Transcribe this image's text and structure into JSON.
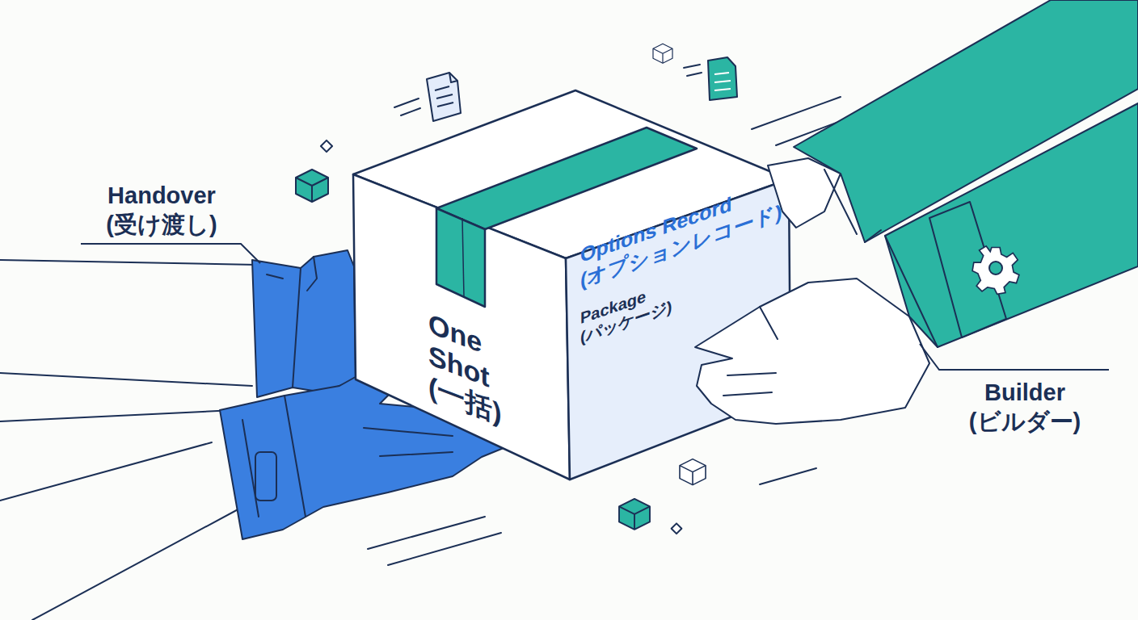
{
  "diagram": {
    "nodes": [
      {
        "text": [
          "One Shot (一括)"
        ]
      },
      {
        "text": [
          "Options Record (オプションレコード)",
          "Package (パッケージ)"
        ]
      }
    ],
    "labels": [
      "Handover (受け渡し)",
      "Builder (ビルダー)"
    ]
  }
}
